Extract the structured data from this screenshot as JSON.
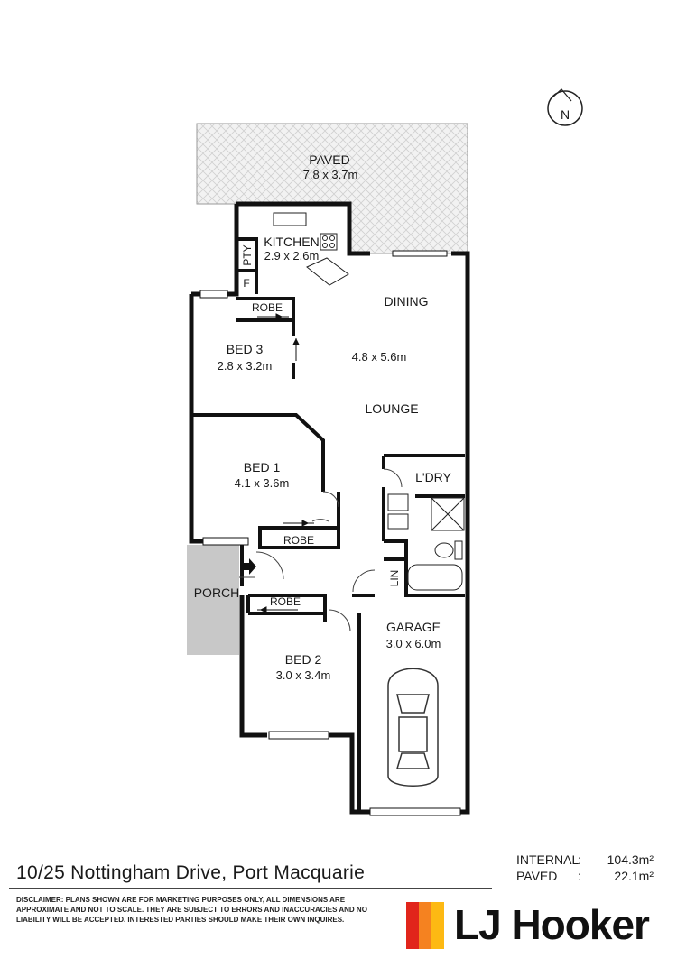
{
  "compass": {
    "label": "N"
  },
  "rooms": {
    "paved": {
      "name": "PAVED",
      "dims": "7.8 x 3.7m"
    },
    "kitchen": {
      "name": "KITCHEN",
      "dims": "2.9 x 2.6m"
    },
    "pantry": {
      "name": "PTY"
    },
    "fridge": {
      "name": "F"
    },
    "robe_bed3": {
      "name": "ROBE"
    },
    "bed3": {
      "name": "BED 3",
      "dims": "2.8 x 3.2m"
    },
    "dining": {
      "name": "DINING"
    },
    "living_dims": "4.8 x 5.6m",
    "lounge": {
      "name": "LOUNGE"
    },
    "bed1": {
      "name": "BED 1",
      "dims": "4.1 x 3.6m"
    },
    "laundry": {
      "name": "L'DRY"
    },
    "robe_bed1": {
      "name": "ROBE"
    },
    "porch": {
      "name": "PORCH"
    },
    "linen": {
      "name": "LIN"
    },
    "robe_bed2": {
      "name": "ROBE"
    },
    "garage": {
      "name": "GARAGE",
      "dims": "3.0 x 6.0m"
    },
    "bed2": {
      "name": "BED 2",
      "dims": "3.0 x 3.4m"
    }
  },
  "footer": {
    "address": "10/25 Nottingham Drive, Port Macquarie",
    "areas": [
      {
        "label": "INTERNAL",
        "sep": ":",
        "value": "104.3m²"
      },
      {
        "label": "PAVED",
        "sep": ":",
        "value": "22.1m²"
      }
    ],
    "disclaimer": "DISCLAIMER: PLANS SHOWN ARE FOR MARKETING PURPOSES ONLY, ALL DIMENSIONS ARE APPROXIMATE AND NOT TO SCALE. THEY ARE SUBJECT TO ERRORS AND INACCURACIES AND NO LIABILITY WILL BE ACCEPTED. INTERESTED PARTIES SHOULD MAKE THEIR OWN INQUIRES.",
    "brand": "LJ Hooker"
  },
  "colors": {
    "wall": "#111111",
    "paved_fill": "#eeeeee",
    "porch_fill": "#c8c8c8",
    "brand_red": "#e1251b",
    "brand_orange": "#f58220",
    "brand_yellow": "#fdb913"
  }
}
